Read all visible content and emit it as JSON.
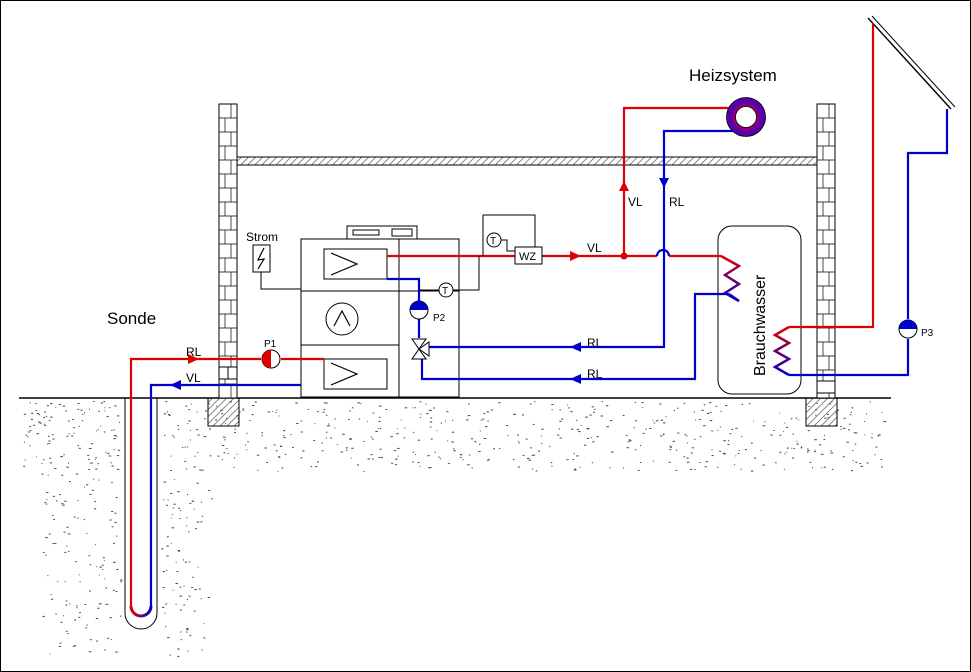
{
  "labels": {
    "heizsystem": "Heizsystem",
    "sonde": "Sonde",
    "strom": "Strom",
    "brauchwasser": "Brauchwasser",
    "vl": "VL",
    "rl": "RL",
    "p1": "P1",
    "p2": "P2",
    "p3": "P3",
    "wz": "WZ",
    "t": "T"
  },
  "colors": {
    "supply": "#e00000",
    "return": "#0000cc",
    "outline": "#000000",
    "hatch": "#555555"
  }
}
